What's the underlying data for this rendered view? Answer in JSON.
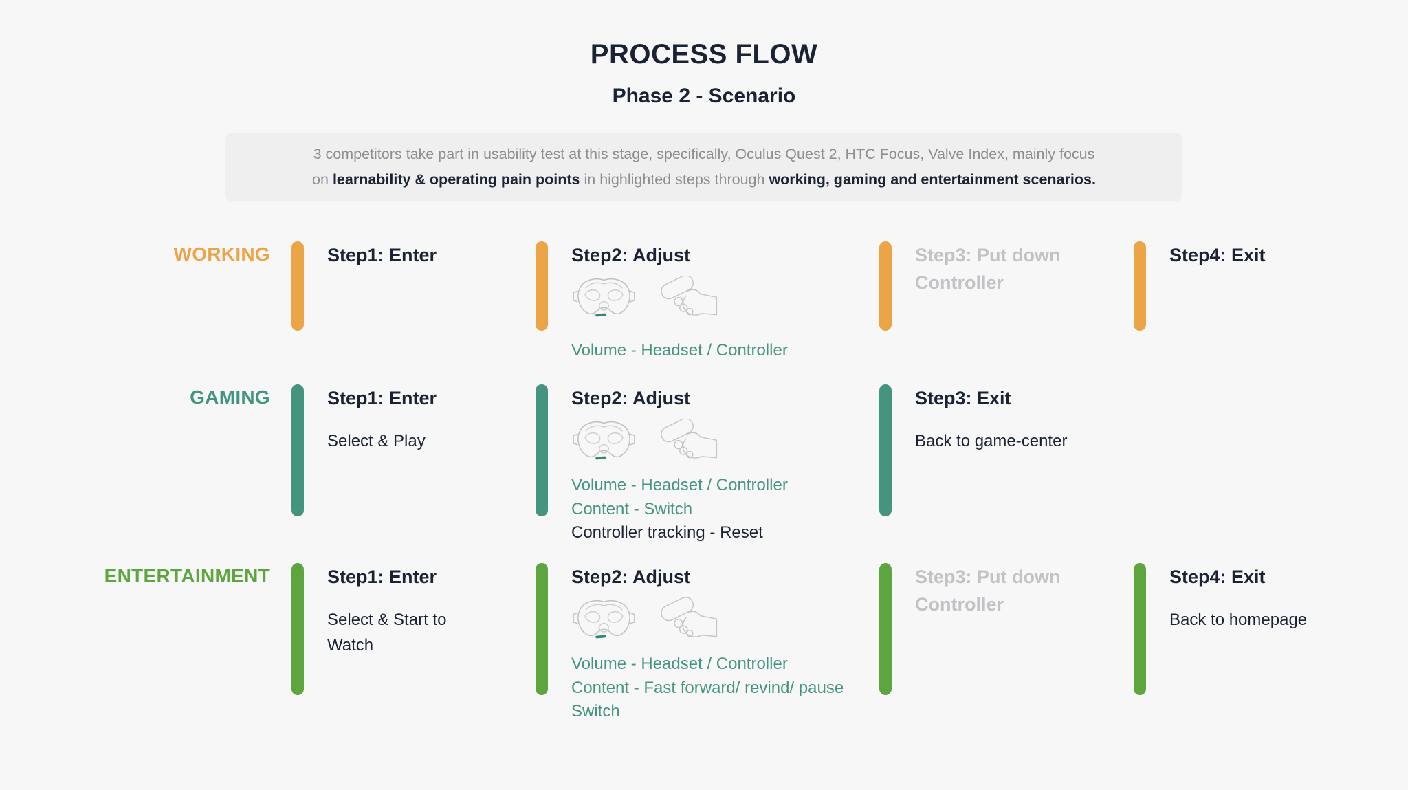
{
  "header": {
    "title": "PROCESS FLOW",
    "subtitle": "Phase 2 - Scenario"
  },
  "description": {
    "line1": "3 competitors take part in usability test at this stage, specifically, Oculus Quest 2, HTC Focus, Valve Index, mainly focus",
    "line2_p1": "on ",
    "line2_p2": "learnability & operating pain points",
    "line2_p3": " in highlighted steps through ",
    "line2_p4": "working, gaming and entertainment scenarios."
  },
  "colors": {
    "page-bg": "#F7F7F8",
    "desc-bg": "#EFEFF0",
    "desc-gray": "#8D8D92",
    "navy": "#1A2333",
    "muted-step": "#C2C2C7",
    "orange": "#ECA546",
    "teal": "#45947F",
    "green": "#5CA53F"
  },
  "icons": {
    "headset": "vr-headset-icon",
    "controller": "hand-controller-icon"
  },
  "rows": [
    {
      "label": "WORKING",
      "color": "#ECA546",
      "steps": [
        {
          "title": "Step1: Enter"
        },
        {
          "title": "Step2: Adjust",
          "teal_lines": [
            "Volume - Headset / Controller"
          ]
        },
        {
          "title": "Step3: Put down Controller",
          "muted": true
        },
        {
          "title": "Step4: Exit"
        }
      ]
    },
    {
      "label": "GAMING",
      "color": "#45947F",
      "steps": [
        {
          "title": "Step1: Enter",
          "sub": "Select & Play"
        },
        {
          "title": "Step2: Adjust",
          "teal_lines": [
            "Volume - Headset / Controller",
            "Content - Switch"
          ],
          "dark_line": "Controller tracking - Reset"
        },
        {
          "title": "Step3: Exit",
          "sub": "Back to game-center"
        }
      ]
    },
    {
      "label": "ENTERTAINMENT",
      "color": "#5CA53F",
      "steps": [
        {
          "title": "Step1: Enter",
          "sub": "Select & Start to Watch"
        },
        {
          "title": "Step2: Adjust",
          "teal_lines": [
            "Volume - Headset / Controller",
            "Content - Fast forward/ revind/ pause Switch"
          ]
        },
        {
          "title": "Step3: Put down Controller",
          "muted": true
        },
        {
          "title": "Step4: Exit",
          "sub": "Back to homepage"
        }
      ]
    }
  ]
}
